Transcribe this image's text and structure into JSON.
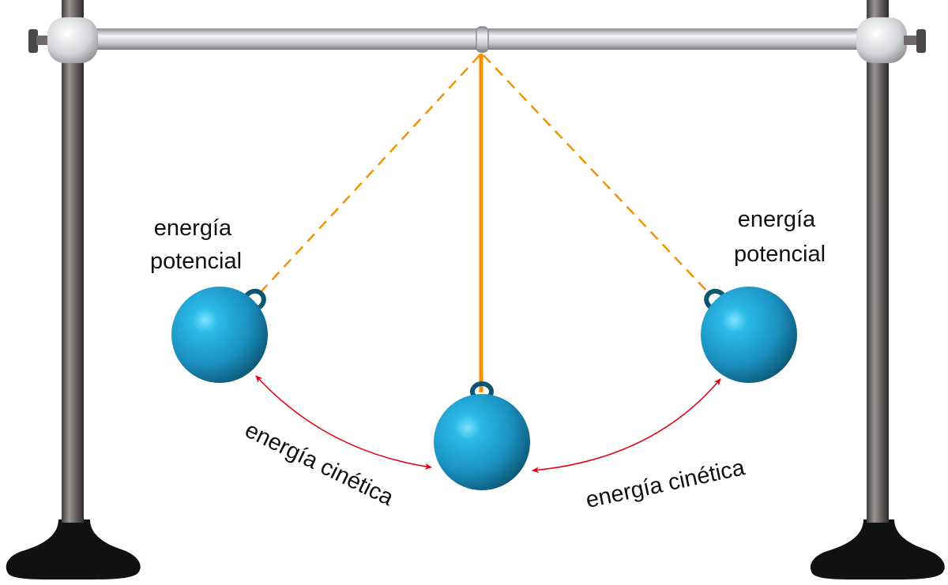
{
  "labels": {
    "potential_left": [
      "energía",
      "potencial"
    ],
    "potential_right": [
      "energía",
      "potencial"
    ],
    "kinetic_left": "energía cinética",
    "kinetic_right": "energía cinética"
  },
  "colors": {
    "background": "#ffffff",
    "string": "#f39200",
    "arrow": "#e30613",
    "bob": "#1aa6d6",
    "bob_dark": "#0d5673",
    "rod": "#c9cace",
    "pole": "#6f6a69",
    "base": "#111111"
  }
}
